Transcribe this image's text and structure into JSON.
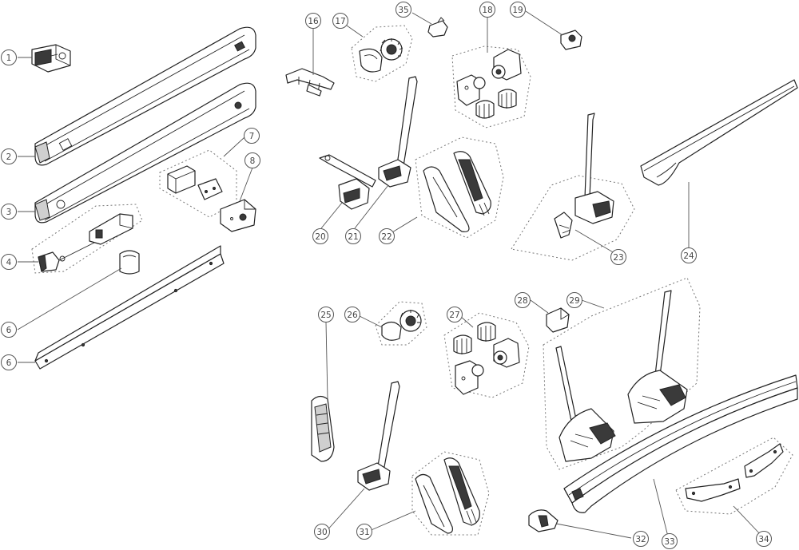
{
  "callouts": [
    {
      "id": "c1",
      "label": "1"
    },
    {
      "id": "c2",
      "label": "2"
    },
    {
      "id": "c3",
      "label": "3"
    },
    {
      "id": "c4",
      "label": "4"
    },
    {
      "id": "c6a",
      "label": "6"
    },
    {
      "id": "c6b",
      "label": "6"
    },
    {
      "id": "c7",
      "label": "7"
    },
    {
      "id": "c8",
      "label": "8"
    },
    {
      "id": "c16",
      "label": "16"
    },
    {
      "id": "c17",
      "label": "17"
    },
    {
      "id": "c35",
      "label": "35"
    },
    {
      "id": "c18",
      "label": "18"
    },
    {
      "id": "c19",
      "label": "19"
    },
    {
      "id": "c20",
      "label": "20"
    },
    {
      "id": "c21",
      "label": "21"
    },
    {
      "id": "c22",
      "label": "22"
    },
    {
      "id": "c23",
      "label": "23"
    },
    {
      "id": "c24",
      "label": "24"
    },
    {
      "id": "c25",
      "label": "25"
    },
    {
      "id": "c26",
      "label": "26"
    },
    {
      "id": "c27",
      "label": "27"
    },
    {
      "id": "c28",
      "label": "28"
    },
    {
      "id": "c29",
      "label": "29"
    },
    {
      "id": "c30",
      "label": "30"
    },
    {
      "id": "c31",
      "label": "31"
    },
    {
      "id": "c32",
      "label": "32"
    },
    {
      "id": "c33",
      "label": "33"
    },
    {
      "id": "c34",
      "label": "34"
    }
  ],
  "colors": {
    "line": "#222222",
    "callout": "#555555",
    "shade": "#cfcfcf",
    "background": "#ffffff"
  }
}
